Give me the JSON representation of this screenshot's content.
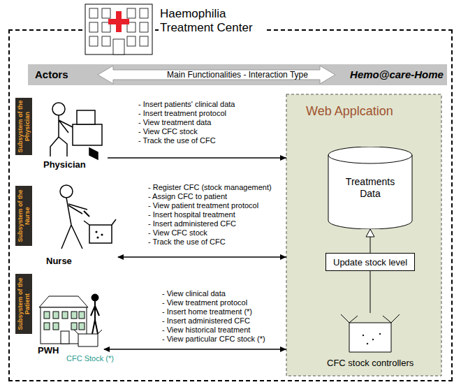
{
  "diagram": {
    "nodes": [
      {
        "text": [
          "Haemophilia Treatment Center"
        ]
      },
      {
        "text": [
          "Actors",
          "Main Functionalities - Interaction Type",
          "Hemo@care-Home"
        ],
        "in": 0
      },
      {
        "text": [
          "Subsystem of the Physician"
        ],
        "in": 0
      },
      {
        "text": [
          "Physician"
        ],
        "in": 0
      },
      {
        "text": [
          "Subsystem of the Nurse"
        ],
        "in": 0
      },
      {
        "text": [
          "Nurse"
        ],
        "in": 0
      },
      {
        "text": [
          "Subsystem of the Patient"
        ],
        "in": 0
      },
      {
        "text": [
          "PWH"
        ],
        "in": 0
      },
      {
        "text": [
          "Web Applcation"
        ],
        "in": 0
      },
      {
        "text": [
          "Treatments Data"
        ],
        "in": 8
      },
      {
        "text": [
          "Update stock level"
        ],
        "in": 8
      },
      {
        "text": [
          "CFC stock controllers"
        ],
        "in": 8
      }
    ],
    "edges": [
      {
        "from": 3,
        "to": 8,
        "arrow": "to"
      },
      {
        "from": 5,
        "to": 8,
        "arrow": "both"
      },
      {
        "from": 7,
        "to": 8,
        "arrow": "both"
      },
      {
        "from": 11,
        "to": 10,
        "arrow": "none"
      },
      {
        "from": 10,
        "to": 9,
        "arrow": "to"
      }
    ],
    "labels": [
      "- Insert patients' clinical data",
      "- Insert treatment protocol",
      "- View treatment data",
      "- View CFC stock",
      "- Track the use of CFC",
      "- Register CFC (stock management)",
      "- Assign CFC to patient",
      "- View patient treatment protocol",
      "- Insert hospital treatment",
      "- Insert administered CFC",
      "- View CFC stock",
      "- Track the use of CFC",
      "- View clinical data",
      "- View treatment protocol",
      "- Insert home treatment (*)",
      "- Insert administered CFC",
      "- View historical treatment",
      "- View particular CFC stock (*)",
      "CFC Stock (*)"
    ]
  }
}
